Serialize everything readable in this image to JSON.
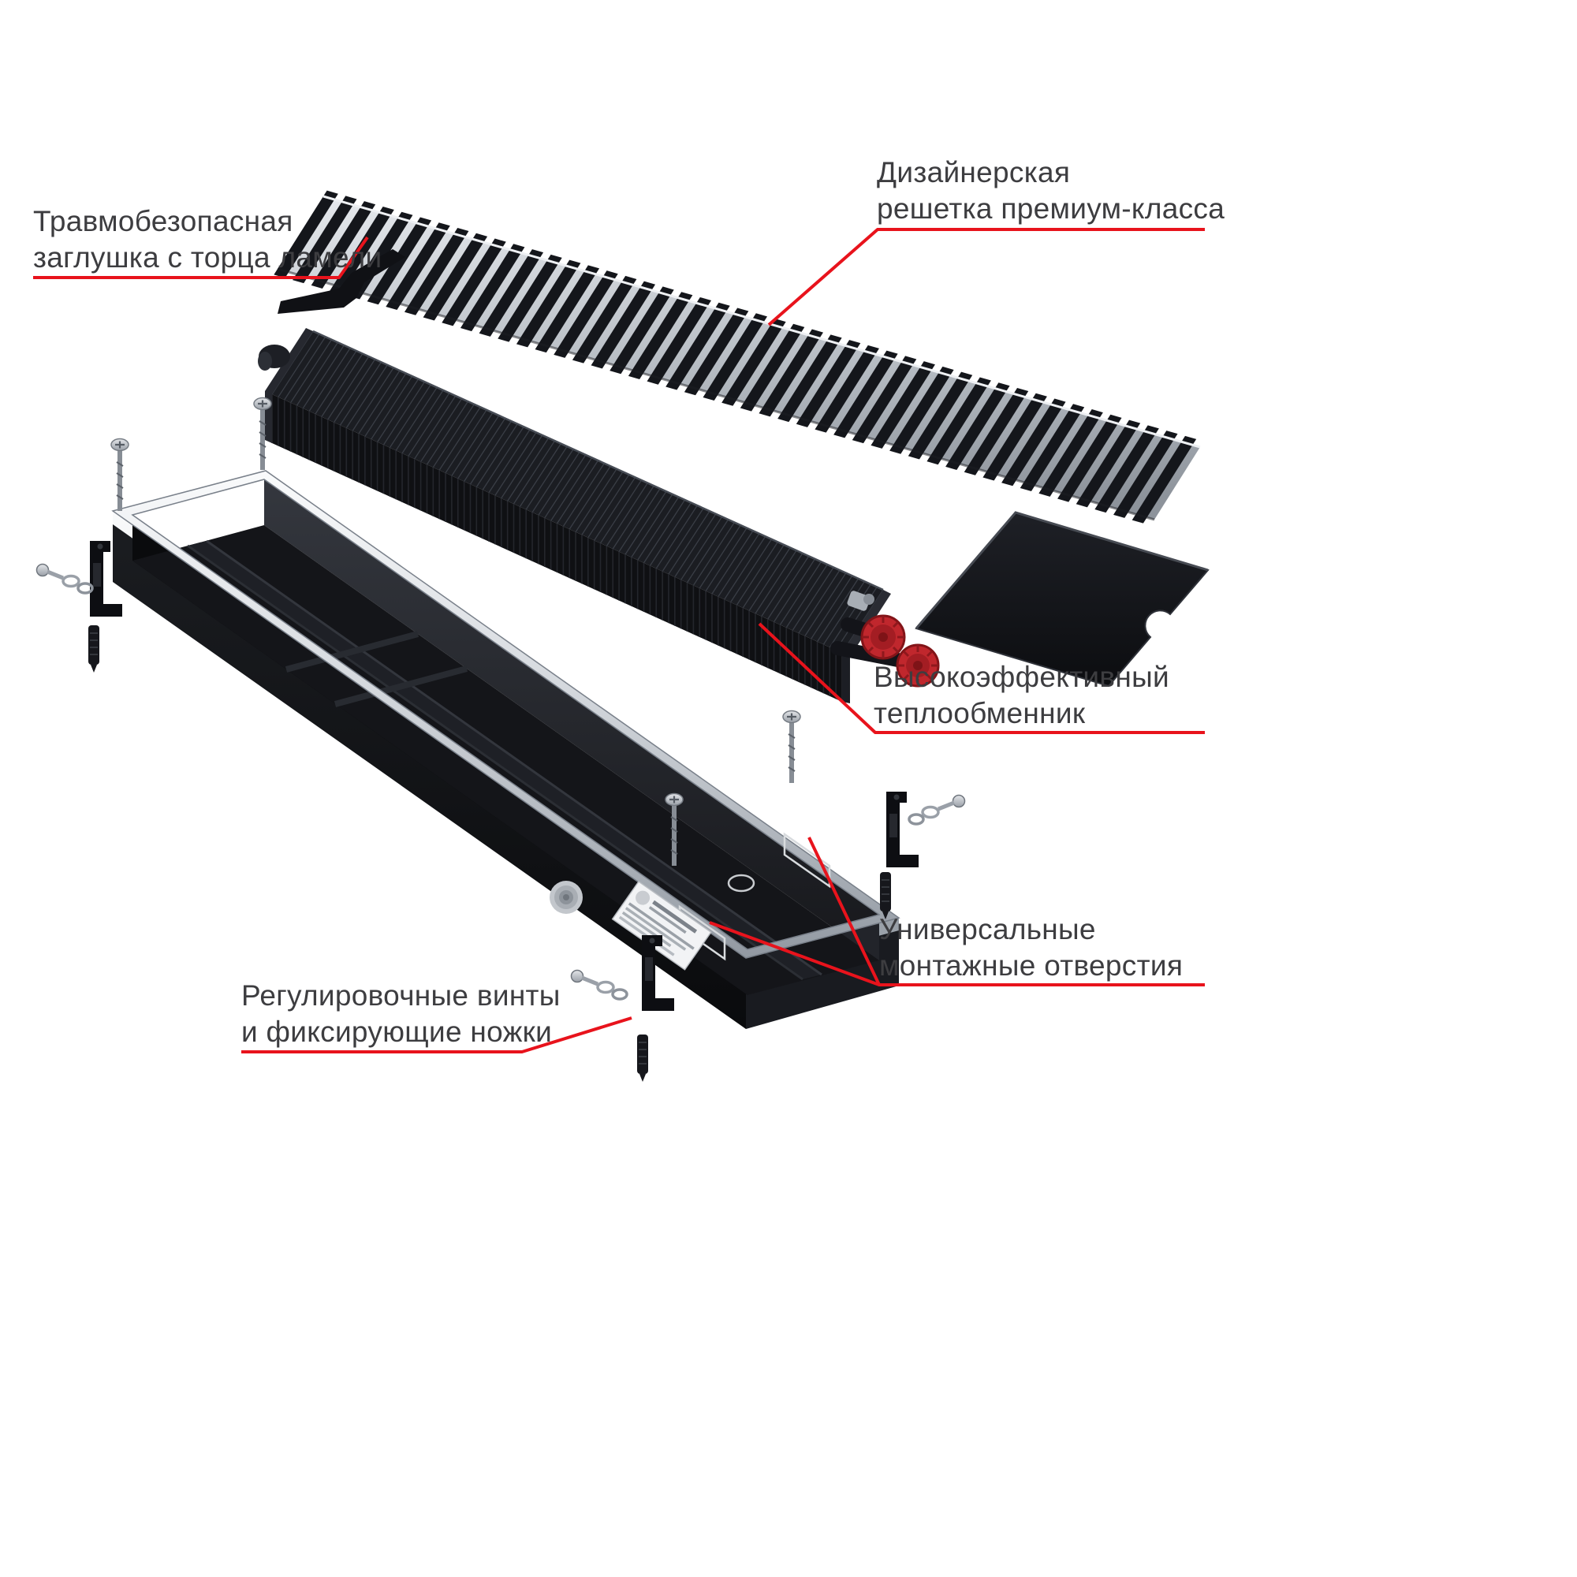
{
  "colors": {
    "accent": "#e8131c",
    "label_text": "#3d3d40",
    "background": "#ffffff",
    "chrome": "#c9ced4",
    "body_black": "#101114",
    "cap_red": "#c0272d"
  },
  "callouts": {
    "grille": {
      "line1": "Дизайнерская",
      "line2": "решетка премиум-класса"
    },
    "end_cap": {
      "line1": "Травмобезопасная",
      "line2": "заглушка с торца ламели"
    },
    "heat_exchanger": {
      "line1": "Высокоэффективный",
      "line2": "теплообменник"
    },
    "mounting_holes": {
      "line1": "Универсальные",
      "line2": "монтажные отверстия"
    },
    "adjusting_screws": {
      "line1": "Регулировочные винты",
      "line2": "и фиксирующие ножки"
    }
  }
}
